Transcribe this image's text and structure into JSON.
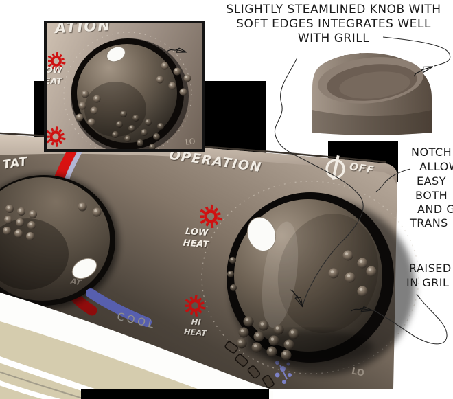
{
  "annotations": {
    "headline": {
      "lines": [
        "SLIGHTLY STEAMLINED KNOB WITH",
        "SOFT EDGES INTEGRATES WELL",
        "WITH GRILL"
      ]
    },
    "notch_note": {
      "lines": [
        "NOTCH",
        "ALLOW",
        "EASY",
        "BOTH",
        "AND G",
        "TRANS"
      ]
    },
    "raised_note": {
      "lines": [
        "RAISED",
        "IN GRIL"
      ]
    }
  },
  "panel": {
    "labels": {
      "thermostat_partial": "TAT",
      "operation": "OPERATION",
      "off": "OFF",
      "low_heat_line1": "LOW",
      "low_heat_line2": "HEAT",
      "hi_heat_line1": "HI",
      "hi_heat_line2": "HEAT",
      "cool": "COOL",
      "low_partial": "LO",
      "heat_partial": "AT"
    },
    "icons": {
      "off_icon": "power-standby",
      "heat_icon": "red-sunburst",
      "cool_icon": "blue-cool-band",
      "callout_icon": "sketch-arrow"
    },
    "colors": {
      "heat_arc": "#c41212",
      "cool_band": "#575fae",
      "cool_band_light": "#b6bbda",
      "heat_icon": "#cf1111",
      "panel_light": "#cdbfb0",
      "panel_dark": "#352f29",
      "body_cream": "#d5ccae",
      "backdrop": "#000000"
    }
  },
  "inset": {
    "labels": {
      "operation_partial": "ATION",
      "low_partial": "OW",
      "heat_partial": "EAT",
      "low2_partial": "LO"
    }
  }
}
